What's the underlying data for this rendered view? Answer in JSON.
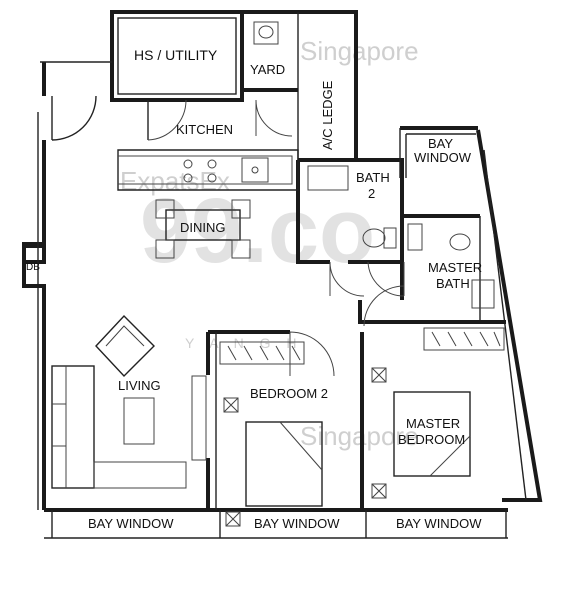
{
  "rooms": {
    "hs_utility": "HS / UTILITY",
    "yard": "YARD",
    "ac_ledge": "A/C LEDGE",
    "kitchen": "KITCHEN",
    "dining": "DINING",
    "bath2_line1": "BATH",
    "bath2_line2": "2",
    "bay_window_top_line1": "BAY",
    "bay_window_top_line2": "WINDOW",
    "master_bath_line1": "MASTER",
    "master_bath_line2": "BATH",
    "db": "DB",
    "living": "LIVING",
    "bedroom2": "BEDROOM 2",
    "master_bedroom_line1": "MASTER",
    "master_bedroom_line2": "BEDROOM",
    "bay_window_1": "BAY WINDOW",
    "bay_window_2": "BAY WINDOW",
    "bay_window_3": "BAY WINDOW"
  },
  "watermark": {
    "logo": "99.co",
    "lines": [
      "Singapore",
      "ExpatsEx",
      "Y A N G  H"
    ]
  }
}
